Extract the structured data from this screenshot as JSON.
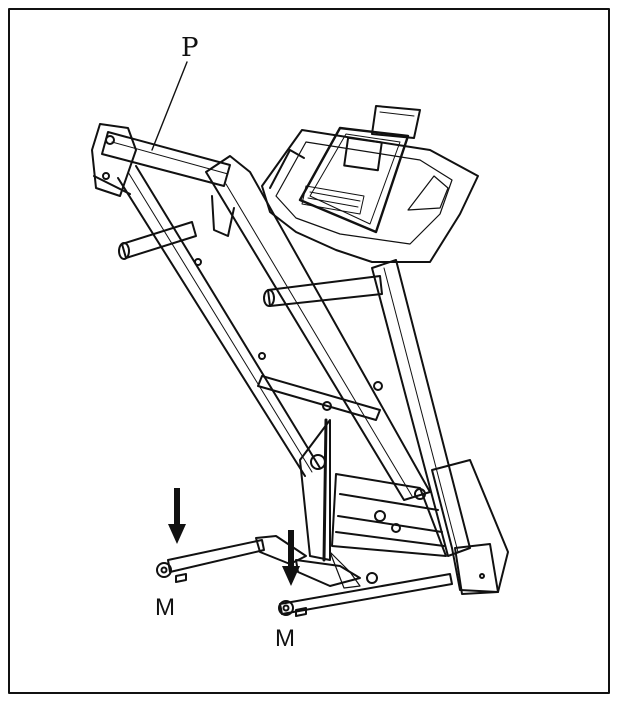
{
  "labels": {
    "p": "P",
    "m_left": "M",
    "m_right": "M"
  },
  "colors": {
    "line": "#111111",
    "background": "#ffffff"
  },
  "icons": {
    "arrows": "arrow-down-icon"
  }
}
